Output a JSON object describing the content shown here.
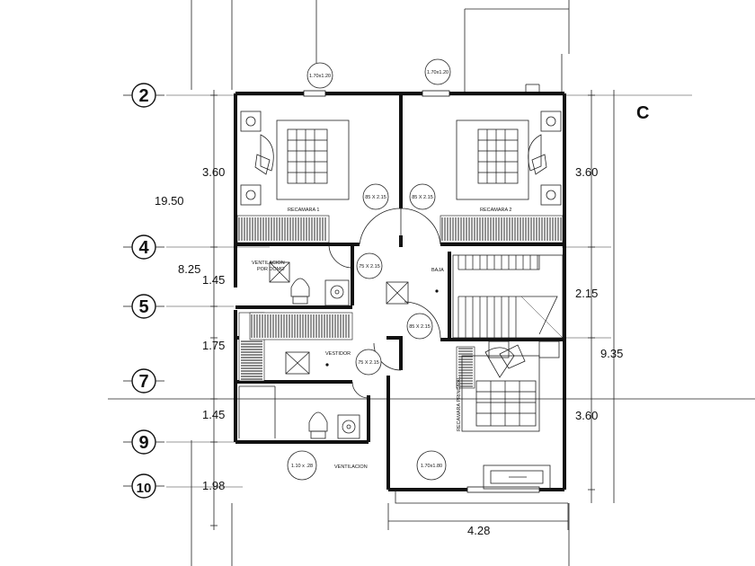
{
  "axes": [
    {
      "label": "2"
    },
    {
      "label": "4"
    },
    {
      "label": "5"
    },
    {
      "label": "7"
    },
    {
      "label": "9"
    },
    {
      "label": "10"
    }
  ],
  "left_dims": {
    "total": "19.50",
    "partial": "8.25",
    "seg": [
      "3.60",
      "1.45",
      "1.75",
      "1.45",
      "1.98"
    ]
  },
  "right_dims": {
    "total": "9.35",
    "seg": [
      "3.60",
      "2.15",
      "3.60"
    ]
  },
  "bottom_dim": "4.28",
  "rooms": {
    "bed1": "RECAMARA 1",
    "bed2": "RECAMARA 2",
    "master": "RECAMARA PRINCIPAL",
    "vent_top": "VENTILACION",
    "vent_top2": "POR DOMO",
    "vestidor": "VESTIDOR",
    "baja": "BAJA",
    "ventilacion": "VENTILACION"
  },
  "tags": {
    "win_top_left": "1.70x1.20",
    "win_top_right": "1.70x1.20",
    "door_bed1": "85 X 2.15",
    "door_bed2": "85 X 2.15",
    "door_bath_top": "75 X 2.15",
    "door_master": "85 X 2.15",
    "door_vestidor": "75 X 2.15",
    "win_bath": "1.10 x .28",
    "win_master": "1.70x1.80"
  }
}
